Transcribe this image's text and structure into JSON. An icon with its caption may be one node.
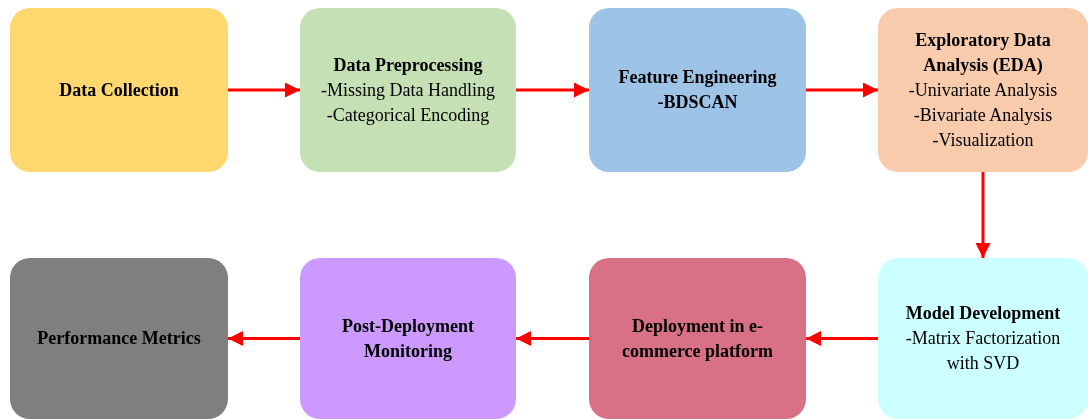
{
  "diagram": {
    "nodes": [
      {
        "text": [
          "Data Collection"
        ]
      },
      {
        "text": [
          "Data Preprocessing",
          "-Missing Data Handling",
          "-Categorical Encoding"
        ]
      },
      {
        "text": [
          "Feature Engineering",
          "**-BDSCAN**"
        ]
      },
      {
        "text": [
          "Exploratory Data Analysis (EDA)",
          "-Univariate Analysis",
          "-Bivariate Analysis",
          "-Visualization"
        ]
      },
      {
        "text": [
          "Model Development",
          "-Matrix Factorization with SVD"
        ]
      },
      {
        "text": [
          "Deployment in e-commerce platform"
        ]
      },
      {
        "text": [
          "Post-Deployment Monitoring"
        ]
      },
      {
        "text": [
          "Performance Metrics"
        ]
      }
    ],
    "edges": [
      {
        "from": 0,
        "to": 1,
        "arrow": "to"
      },
      {
        "from": 1,
        "to": 2,
        "arrow": "to"
      },
      {
        "from": 2,
        "to": 3,
        "arrow": "to"
      },
      {
        "from": 3,
        "to": 4,
        "arrow": "to"
      },
      {
        "from": 4,
        "to": 5,
        "arrow": "to"
      },
      {
        "from": 5,
        "to": 6,
        "arrow": "to"
      },
      {
        "from": 6,
        "to": 7,
        "arrow": "to"
      }
    ]
  }
}
